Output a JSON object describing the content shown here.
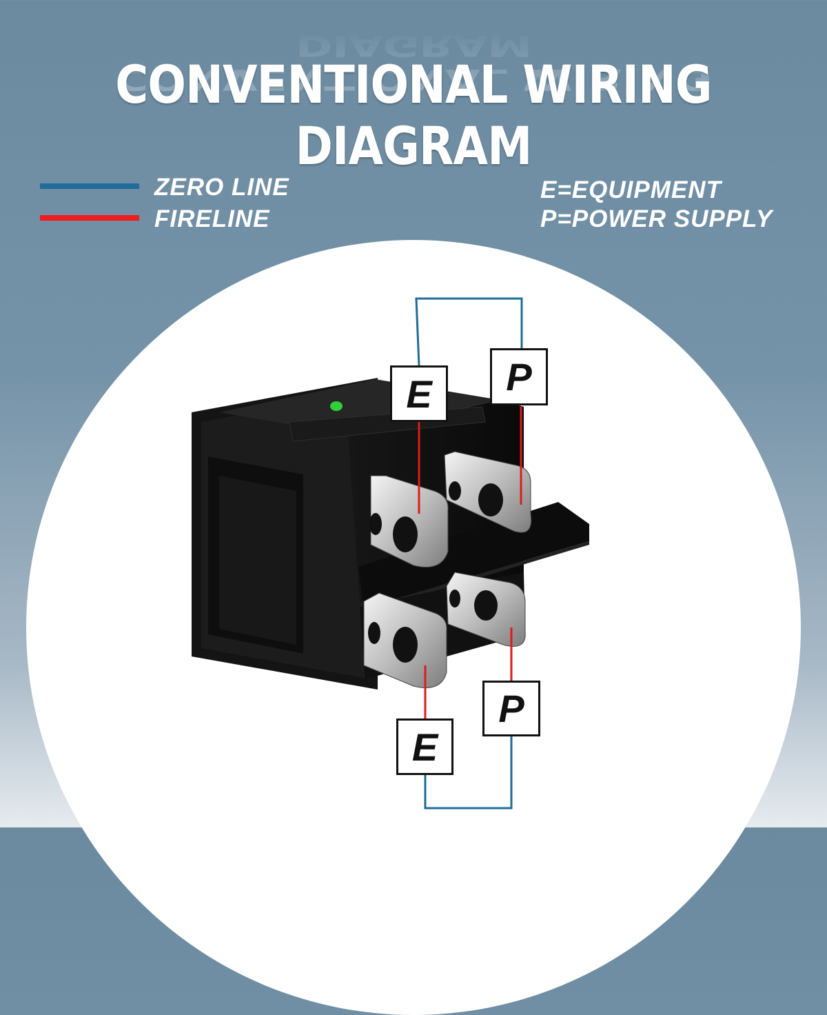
{
  "title": "CONVENTIONAL WIRING DIAGRAM",
  "legend": {
    "items": [
      {
        "label": "ZERO LINE",
        "color": "#1f6d98"
      },
      {
        "label": "FIRELINE",
        "color": "#ee1c1c"
      }
    ]
  },
  "key": {
    "equipment": "E=EQUIPMENT",
    "power_supply": "P=POWER SUPPLY"
  },
  "terminals": {
    "top_e": "E",
    "top_p": "P",
    "bottom_e": "E",
    "bottom_p": "P"
  }
}
